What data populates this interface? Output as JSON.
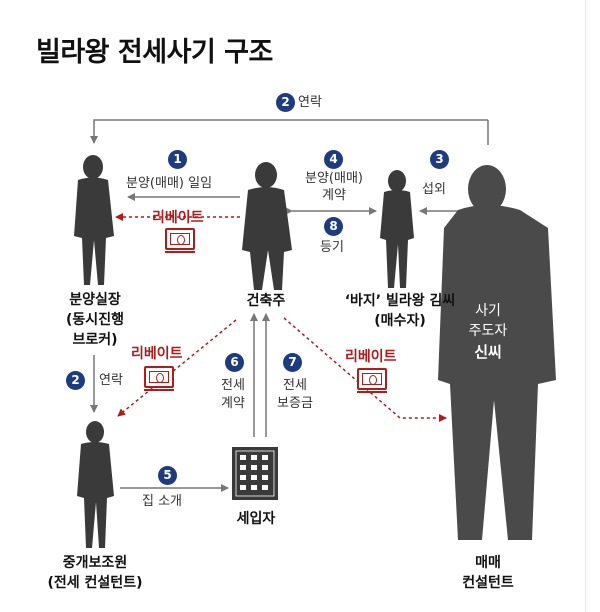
{
  "title": "빌라왕 전세사기 구조",
  "actors": {
    "sales_manager": [
      "분양실장",
      "(동시진행",
      "브로커)"
    ],
    "builder": "건축주",
    "buyer_quote": [
      "‘바지’ 빌라왕 김씨",
      "(매수자)"
    ],
    "mastermind_small": [
      "사기",
      "주도자"
    ],
    "mastermind_name": "신씨",
    "trade_consultant": [
      "매매",
      "컨설턴트"
    ],
    "broker_assistant": [
      "중개보조원",
      "(전세 컨설턴트)"
    ],
    "tenant": "세입자"
  },
  "steps": [
    {
      "num": "1",
      "label": "분양(매매) 일임"
    },
    {
      "num": "2",
      "label": "연락"
    },
    {
      "num": "3",
      "label": "섭외"
    },
    {
      "num": "4",
      "label": [
        "분양(매매)",
        "계약"
      ]
    },
    {
      "num": "5",
      "label": "집 소개"
    },
    {
      "num": "6",
      "label": [
        "전세",
        "계약"
      ]
    },
    {
      "num": "7",
      "label": [
        "전세",
        "보증금"
      ]
    },
    {
      "num": "8",
      "label": "등기"
    }
  ],
  "rebate_label": "리베이트",
  "colors": {
    "figure": "#3a3a3a",
    "mastermind": "#4a4a4a",
    "arrow": "#777777",
    "rebate": "#b01c1c",
    "badge": "#1f3b80"
  },
  "icons": [
    "person-silhouette",
    "money-bill-icon",
    "building-icon"
  ]
}
